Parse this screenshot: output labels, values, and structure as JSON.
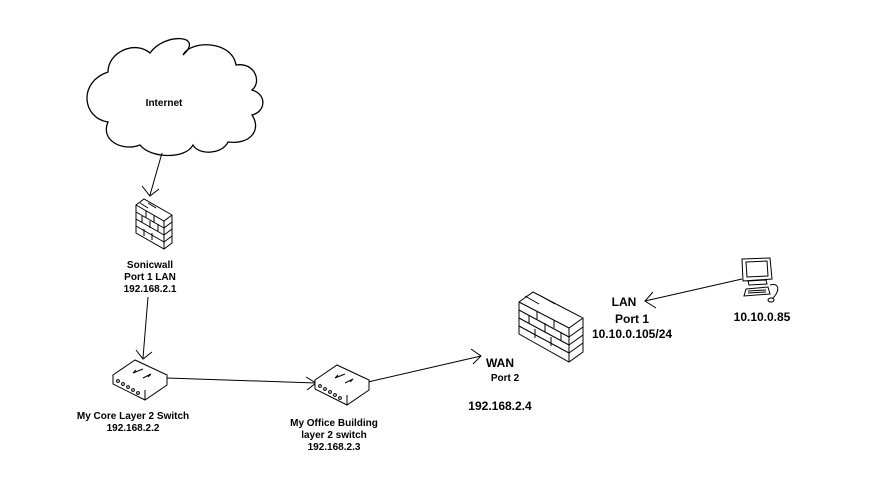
{
  "nodes": {
    "internet": {
      "label": "Internet",
      "icon": "cloud-icon"
    },
    "sonicwall": {
      "icon": "firewall-icon",
      "lines": [
        "Sonicwall",
        "Port 1 LAN",
        "192.168.2.1"
      ]
    },
    "core_switch": {
      "icon": "switch-icon",
      "lines": [
        "My Core Layer 2 Switch",
        "192.168.2.2"
      ]
    },
    "office_switch": {
      "icon": "switch-icon",
      "lines": [
        "My Office Building",
        "layer 2 switch",
        "192.168.2.3"
      ]
    },
    "firewall2": {
      "icon": "firewall-icon",
      "wan": {
        "title": "WAN",
        "port": "Port 2",
        "ip": "192.168.2.4"
      },
      "lan": {
        "title": "LAN",
        "port": "Port 1",
        "ip": "10.10.0.105/24"
      }
    },
    "workstation": {
      "icon": "computer-icon",
      "ip": "10.10.0.85"
    }
  },
  "links": [
    {
      "from": "internet",
      "to": "sonicwall",
      "arrow": "end"
    },
    {
      "from": "sonicwall",
      "to": "core_switch",
      "arrow": "end"
    },
    {
      "from": "core_switch",
      "to": "office_switch",
      "arrow": "end"
    },
    {
      "from": "office_switch",
      "to": "firewall2-wan",
      "arrow": "end"
    },
    {
      "from": "workstation",
      "to": "firewall2-lan",
      "arrow": "end"
    }
  ],
  "colors": {
    "stroke": "#000000",
    "background": "#ffffff"
  }
}
